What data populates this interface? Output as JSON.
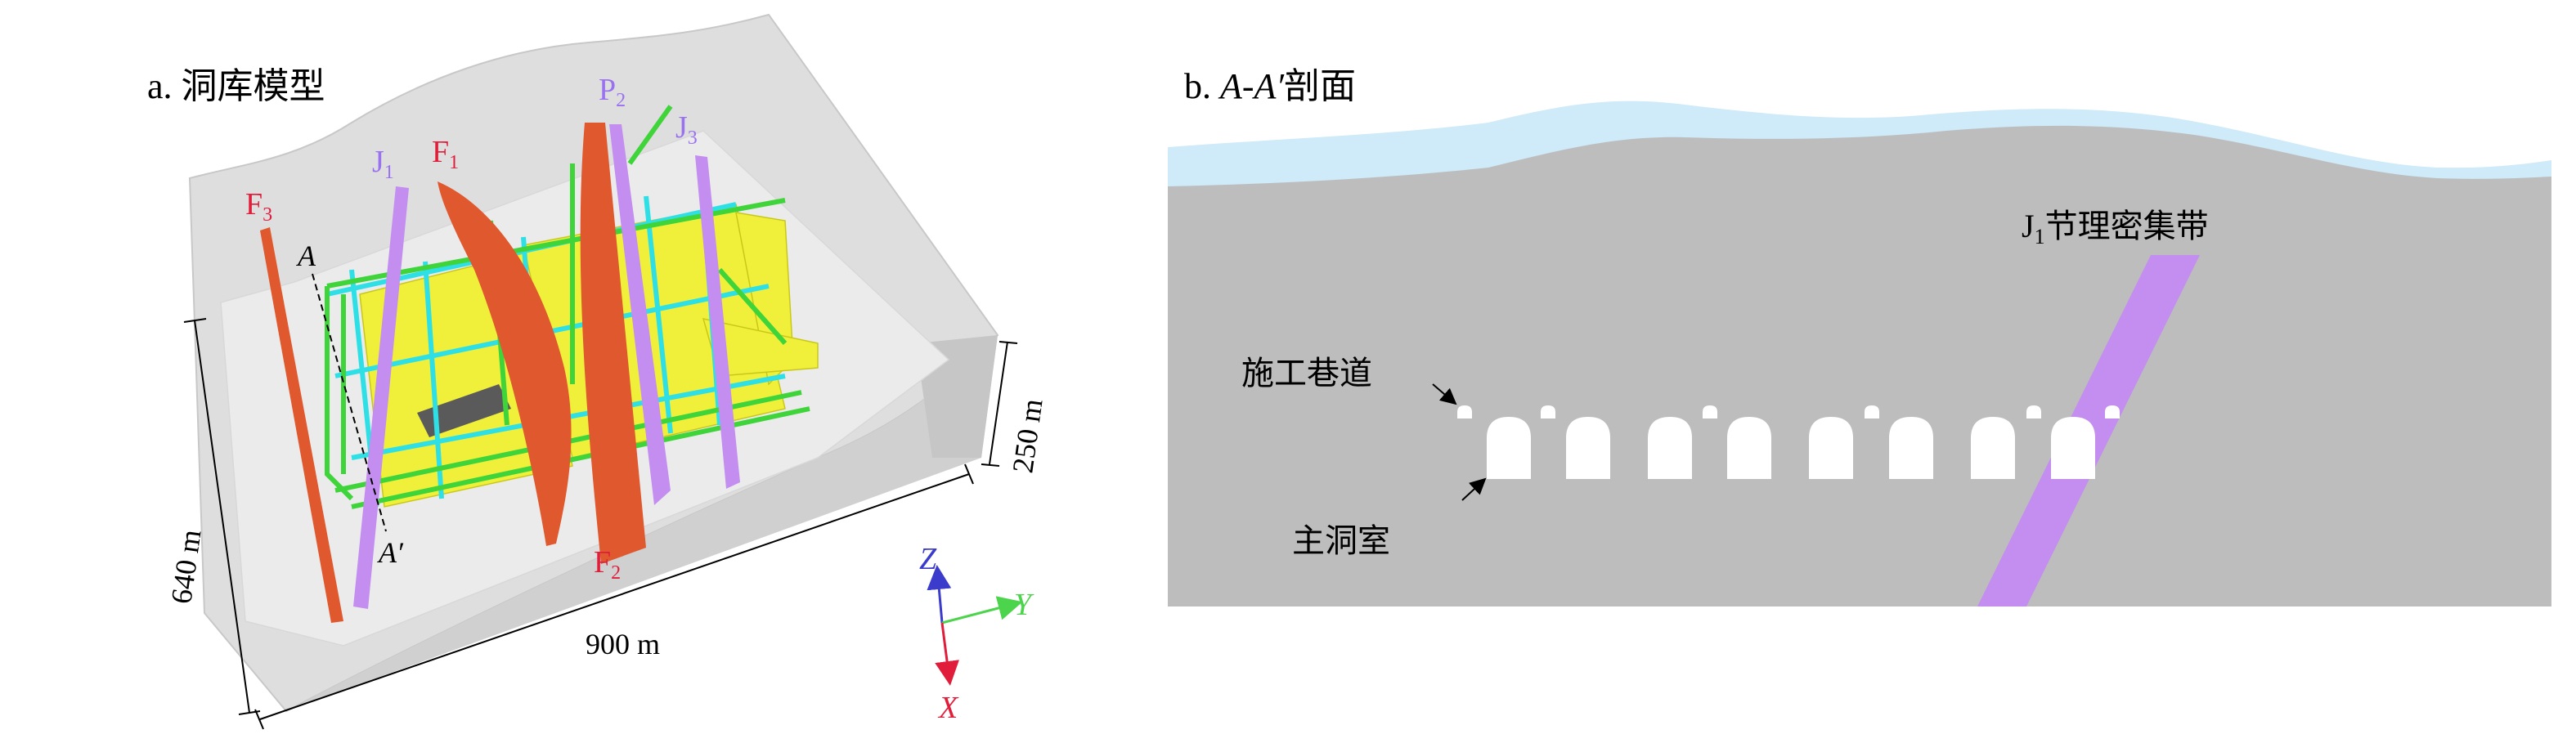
{
  "panel_a": {
    "caption": "a. 洞库模型",
    "labels": {
      "F3": {
        "main": "F",
        "sub": "3"
      },
      "J1": {
        "main": "J",
        "sub": "1"
      },
      "F1": {
        "main": "F",
        "sub": "1"
      },
      "P2": {
        "main": "P",
        "sub": "2"
      },
      "J3": {
        "main": "J",
        "sub": "3"
      },
      "F2": {
        "main": "F",
        "sub": "2"
      }
    },
    "section_start": "A",
    "section_end": "A′",
    "dimensions": {
      "length": "640 m",
      "width": "900 m",
      "height": "250 m"
    },
    "axes": {
      "z": "Z",
      "y": "Y",
      "x": "X"
    }
  },
  "panel_b": {
    "caption_prefix": "b. ",
    "caption_section": "A-A′",
    "caption_suffix": "剖面",
    "joint_label": {
      "main": "J",
      "sub": "1",
      "text": "节理密集带"
    },
    "tunnel_label": "施工巷道",
    "cavern_label": "主洞室"
  },
  "colors": {
    "fault": "#e0582e",
    "joint": "#c38ef0",
    "tunnel_green": "#3ed43a",
    "tunnel_cyan": "#2ee0e6",
    "cavern_yellow": "#f0f03a",
    "rock": "#bdbdbd",
    "soil": "#cfeaf8",
    "label_red": "#e01e3c",
    "label_purple": "#9a72f0",
    "axis_blue": "#3b3bcc",
    "axis_green": "#4cd44c"
  }
}
